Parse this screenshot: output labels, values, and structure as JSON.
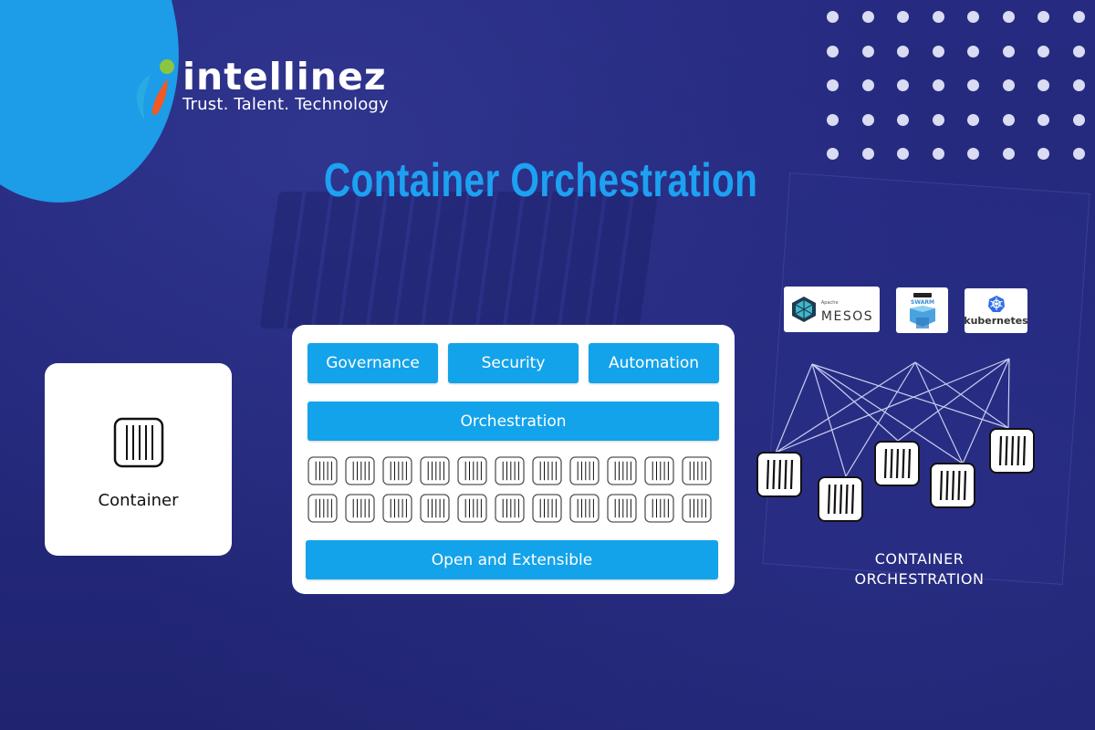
{
  "brand": {
    "name": "intellinez",
    "tagline": "Trust. Talent. Technology",
    "colors": {
      "background": "#24287a",
      "accent_blue": "#1da1f2",
      "button_blue": "#13a3ea",
      "logo_green": "#8cc63f",
      "logo_orange": "#f15a24",
      "logo_light_blue": "#29abe2"
    }
  },
  "title": "Container Orchestration",
  "container_card": {
    "label": "Container",
    "icon": "container-icon"
  },
  "architecture": {
    "top_row": [
      "Governance",
      "Security",
      "Automation"
    ],
    "middle_bar": "Orchestration",
    "container_grid": {
      "rows": 2,
      "columns": 11,
      "icon": "container-icon"
    },
    "bottom_bar": "Open and Extensible"
  },
  "tools": [
    {
      "name": "MESOS",
      "prefix": "Apache",
      "icon": "mesos-logo-icon"
    },
    {
      "name": "SWARM",
      "icon": "docker-swarm-logo-icon"
    },
    {
      "name": "kubernetes",
      "icon": "kubernetes-logo-icon"
    }
  ],
  "network": {
    "caption_line1": "CONTAINER",
    "caption_line2": "ORCHESTRATION",
    "nodes": 5
  }
}
